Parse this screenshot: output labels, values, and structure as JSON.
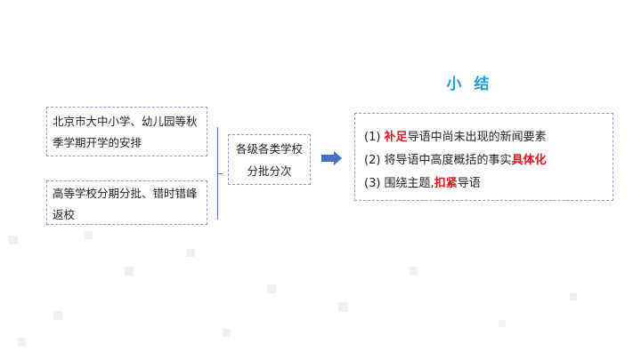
{
  "title": "小 结",
  "left_boxes": [
    {
      "text": "北京市大中小学、幼儿园等秋季学期开学的安排"
    },
    {
      "text": "高等学校分期分批、错时错峰返校"
    }
  ],
  "middle_box": {
    "line1": "各级各类学校",
    "line2": "分批分次"
  },
  "summary": [
    {
      "num": "(1) ",
      "em": "补足",
      "after": "导语中尚未出现的新闻要素"
    },
    {
      "num": "(2) ",
      "before": "将导语中高度概括的事实",
      "em": "具体化"
    },
    {
      "num": "(3) ",
      "before": "围绕主题,",
      "em": "扣紧",
      "after": "导语"
    }
  ],
  "colors": {
    "title": "#1aa0e0",
    "emphasis": "#e8141b",
    "accent": "#4472c4"
  }
}
